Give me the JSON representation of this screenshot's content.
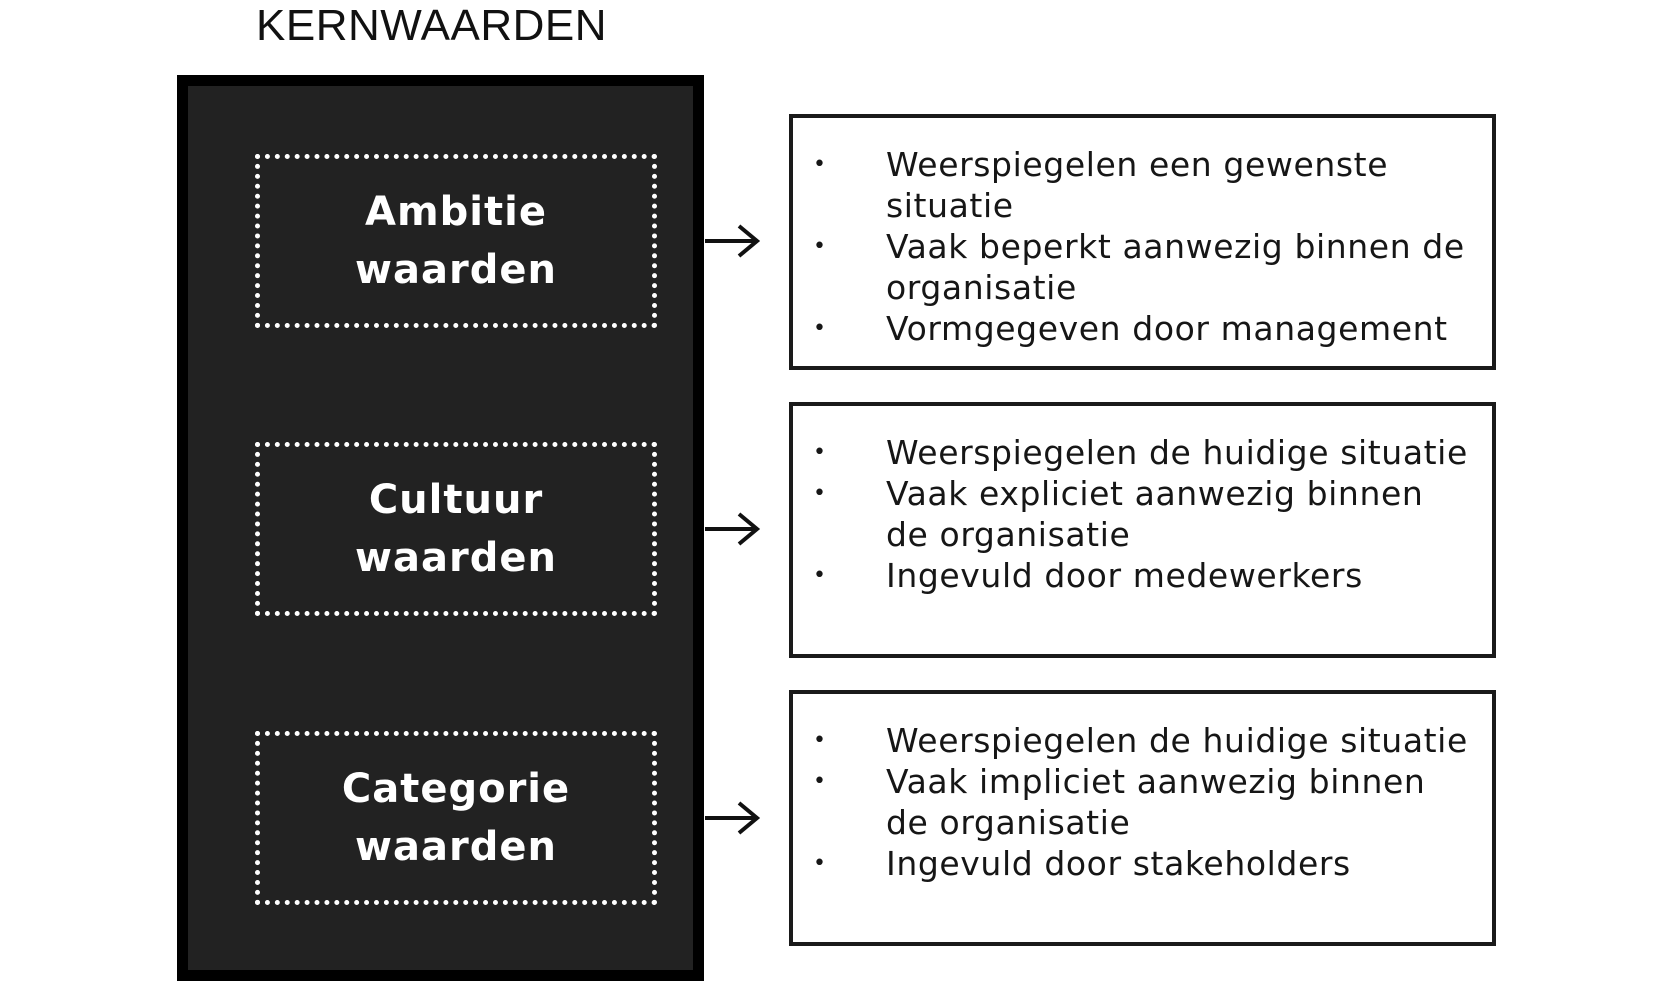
{
  "title": "KERNWAARDEN",
  "values": [
    {
      "line1": "Ambitie",
      "line2": "waarden",
      "bullets": [
        "Weerspiegelen een gewenste situatie",
        "Vaak beperkt aanwezig binnen de organisatie",
        "Vormgegeven door management"
      ]
    },
    {
      "line1": "Cultuur",
      "line2": "waarden",
      "bullets": [
        "Weerspiegelen de huidige situatie",
        "Vaak expliciet aanwezig binnen de organisatie",
        "Ingevuld door medewerkers"
      ]
    },
    {
      "line1": "Categorie",
      "line2": "waarden",
      "bullets": [
        "Weerspiegelen de huidige situatie",
        "Vaak impliciet aanwezig binnen de organisatie",
        "Ingevuld door stakeholders"
      ]
    }
  ],
  "bullet_glyph": "•",
  "colors": {
    "panel": "#222222",
    "panel_border": "#000000",
    "text_light": "#ffffff",
    "text_dark": "#111111"
  }
}
